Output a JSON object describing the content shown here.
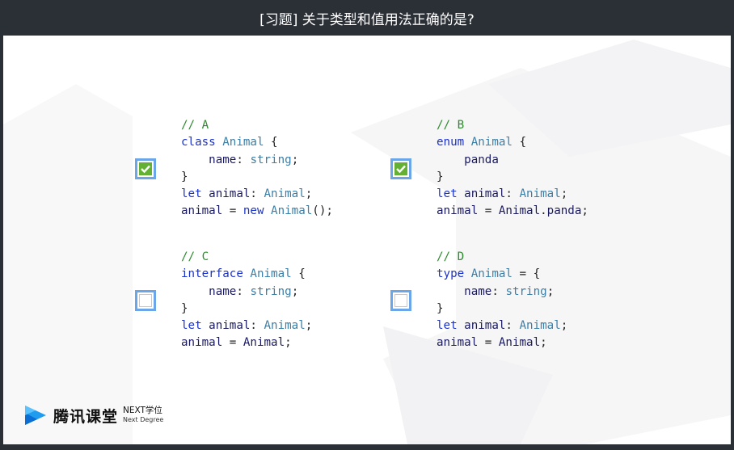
{
  "title": "[习题] 关于类型和值用法正确的是?",
  "options": [
    {
      "id": "A",
      "checked": true,
      "lines": [
        [
          {
            "t": "// A",
            "c": "cm"
          }
        ],
        [
          {
            "t": "class",
            "c": "kw"
          },
          {
            "t": " ",
            "c": "pl"
          },
          {
            "t": "Animal",
            "c": "ty"
          },
          {
            "t": " {",
            "c": "pl"
          }
        ],
        [
          {
            "t": "    name",
            "c": "id"
          },
          {
            "t": ": ",
            "c": "pl"
          },
          {
            "t": "string",
            "c": "ty"
          },
          {
            "t": ";",
            "c": "pl"
          }
        ],
        [
          {
            "t": "}",
            "c": "pl"
          }
        ],
        [
          {
            "t": "let",
            "c": "kw"
          },
          {
            "t": " animal",
            "c": "id"
          },
          {
            "t": ": ",
            "c": "pl"
          },
          {
            "t": "Animal",
            "c": "ty"
          },
          {
            "t": ";",
            "c": "pl"
          }
        ],
        [
          {
            "t": "animal",
            "c": "id"
          },
          {
            "t": " = ",
            "c": "pl"
          },
          {
            "t": "new",
            "c": "kw"
          },
          {
            "t": " ",
            "c": "pl"
          },
          {
            "t": "Animal",
            "c": "ty"
          },
          {
            "t": "();",
            "c": "pl"
          }
        ]
      ]
    },
    {
      "id": "B",
      "checked": true,
      "lines": [
        [
          {
            "t": "// B",
            "c": "cm"
          }
        ],
        [
          {
            "t": "enum",
            "c": "kw"
          },
          {
            "t": " ",
            "c": "pl"
          },
          {
            "t": "Animal",
            "c": "ty"
          },
          {
            "t": " {",
            "c": "pl"
          }
        ],
        [
          {
            "t": "    panda",
            "c": "id"
          }
        ],
        [
          {
            "t": "}",
            "c": "pl"
          }
        ],
        [
          {
            "t": "let",
            "c": "kw"
          },
          {
            "t": " animal",
            "c": "id"
          },
          {
            "t": ": ",
            "c": "pl"
          },
          {
            "t": "Animal",
            "c": "ty"
          },
          {
            "t": ";",
            "c": "pl"
          }
        ],
        [
          {
            "t": "animal",
            "c": "id"
          },
          {
            "t": " = ",
            "c": "pl"
          },
          {
            "t": "Animal",
            "c": "id"
          },
          {
            "t": ".",
            "c": "pl"
          },
          {
            "t": "panda",
            "c": "id"
          },
          {
            "t": ";",
            "c": "pl"
          }
        ]
      ]
    },
    {
      "id": "C",
      "checked": false,
      "lines": [
        [
          {
            "t": "// C",
            "c": "cm"
          }
        ],
        [
          {
            "t": "interface",
            "c": "kw"
          },
          {
            "t": " ",
            "c": "pl"
          },
          {
            "t": "Animal",
            "c": "ty"
          },
          {
            "t": " {",
            "c": "pl"
          }
        ],
        [
          {
            "t": "    name",
            "c": "id"
          },
          {
            "t": ": ",
            "c": "pl"
          },
          {
            "t": "string",
            "c": "ty"
          },
          {
            "t": ";",
            "c": "pl"
          }
        ],
        [
          {
            "t": "}",
            "c": "pl"
          }
        ],
        [
          {
            "t": "let",
            "c": "kw"
          },
          {
            "t": " animal",
            "c": "id"
          },
          {
            "t": ": ",
            "c": "pl"
          },
          {
            "t": "Animal",
            "c": "ty"
          },
          {
            "t": ";",
            "c": "pl"
          }
        ],
        [
          {
            "t": "animal",
            "c": "id"
          },
          {
            "t": " = ",
            "c": "pl"
          },
          {
            "t": "Animal",
            "c": "id"
          },
          {
            "t": ";",
            "c": "pl"
          }
        ]
      ]
    },
    {
      "id": "D",
      "checked": false,
      "lines": [
        [
          {
            "t": "// D",
            "c": "cm"
          }
        ],
        [
          {
            "t": "type",
            "c": "kw"
          },
          {
            "t": " ",
            "c": "pl"
          },
          {
            "t": "Animal",
            "c": "ty"
          },
          {
            "t": " = {",
            "c": "pl"
          }
        ],
        [
          {
            "t": "    name",
            "c": "id"
          },
          {
            "t": ": ",
            "c": "pl"
          },
          {
            "t": "string",
            "c": "ty"
          },
          {
            "t": ";",
            "c": "pl"
          }
        ],
        [
          {
            "t": "}",
            "c": "pl"
          }
        ],
        [
          {
            "t": "let",
            "c": "kw"
          },
          {
            "t": " animal",
            "c": "id"
          },
          {
            "t": ": ",
            "c": "pl"
          },
          {
            "t": "Animal",
            "c": "ty"
          },
          {
            "t": ";",
            "c": "pl"
          }
        ],
        [
          {
            "t": "animal",
            "c": "id"
          },
          {
            "t": " = ",
            "c": "pl"
          },
          {
            "t": "Animal",
            "c": "id"
          },
          {
            "t": ";",
            "c": "pl"
          }
        ]
      ]
    }
  ],
  "logo": {
    "name": "腾讯课堂",
    "badge": "NEXT学位",
    "sub": "Next Degree"
  },
  "colors": {
    "check": "#64b035",
    "checkbox_border": "#6aa6e8",
    "keyword": "#1c33c8",
    "type": "#3a7fa8",
    "comment": "#2f8a2f",
    "title_bar": "#2b2f36"
  }
}
